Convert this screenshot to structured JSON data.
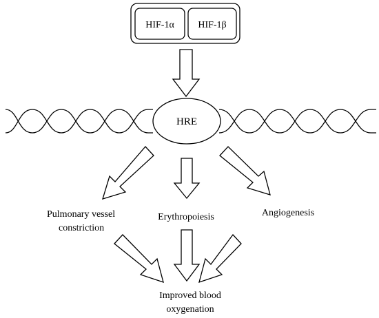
{
  "complex": {
    "subunit_a": "HIF-1α",
    "subunit_b": "HIF-1β"
  },
  "dna": {
    "element": "HRE"
  },
  "effects": {
    "left_line1": "Pulmonary vessel",
    "left_line2": "constriction",
    "middle": "Erythropoiesis",
    "right": "Angiogenesis"
  },
  "outcome": {
    "line1": "Improved blood",
    "line2": "oxygenation"
  },
  "colors": {
    "stroke": "#000000",
    "fill": "#ffffff"
  }
}
